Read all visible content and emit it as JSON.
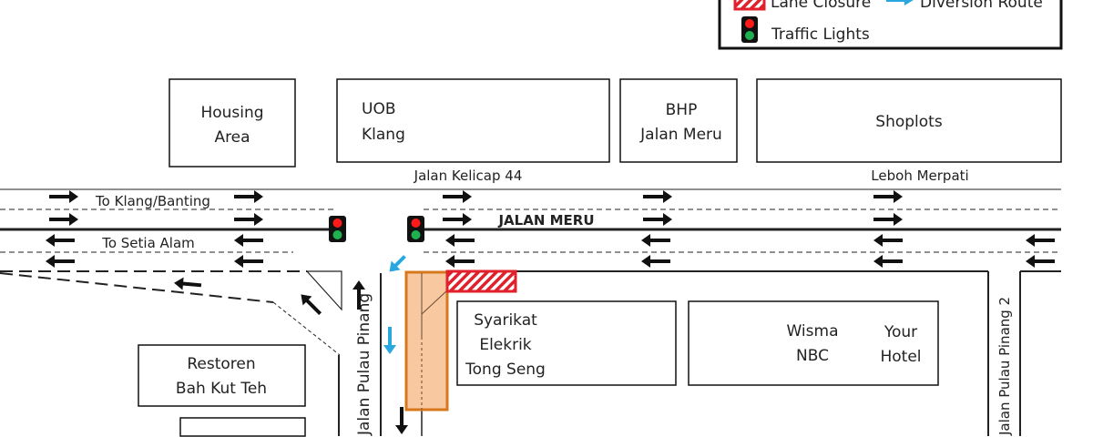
{
  "legend": {
    "lane_closure": "Lane Closure",
    "diversion_route": "Diversion Route",
    "traffic_lights": "Traffic Lights"
  },
  "buildings": {
    "housing": [
      "Housing",
      "Area"
    ],
    "uob": [
      "UOB",
      "Klang"
    ],
    "bhp": [
      "BHP",
      "Jalan Meru"
    ],
    "shoplots": "Shoplots",
    "syarikat": [
      "Syarikat",
      "Elekrik",
      "Tong Seng"
    ],
    "wisma": [
      "Wisma",
      "NBC"
    ],
    "hotel": [
      "Your",
      "Hotel"
    ],
    "restoren": [
      "Restoren",
      "Bah Kut Teh"
    ]
  },
  "roads": {
    "kelicap": "Jalan Kelicap 44",
    "merpati": "Leboh Merpati",
    "meru": "JALAN MERU",
    "to_klang": "To Klang/Banting",
    "to_setia": "To Setia Alam",
    "pulau_pinang": "Jalan Pulau Pinang",
    "pulau_pinang_2": "Jalan  Pulau Pinang 2"
  },
  "colors": {
    "closure": "#e0202a",
    "diversion": "#29a8e0",
    "work_zone": "#f8c8a0",
    "work_zone_border": "#d8781e",
    "light_red": "#ff1a1a",
    "light_green": "#1fb050"
  }
}
